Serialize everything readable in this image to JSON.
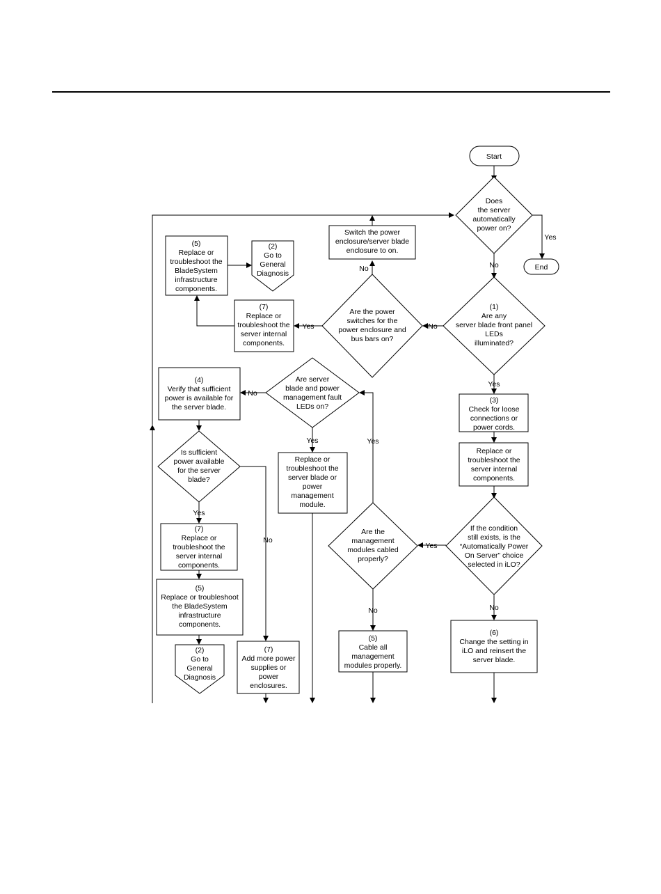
{
  "start": "Start",
  "end": "End",
  "yes": "Yes",
  "no": "No",
  "d_power_on": [
    "Does",
    "the server",
    "automatically",
    "power on?"
  ],
  "d_leds": [
    "(1)",
    "Are any",
    "server blade front panel",
    "LEDs",
    "illuminated?"
  ],
  "b_switch_on": [
    "Switch the power",
    "enclosure/server blade",
    "enclosure to on."
  ],
  "d_switches": [
    "Are the power",
    "switches for the",
    "power enclosure and",
    "bus bars on?"
  ],
  "b_replace_infra_top": [
    "(5)",
    "Replace or",
    "troubleshoot the",
    "BladeSystem",
    "infrastructure",
    "components."
  ],
  "go_diag_top": [
    "(2)",
    "Go to",
    "General",
    "Diagnosis"
  ],
  "b_replace_internal_top": [
    "(7)",
    "Replace or",
    "troubleshoot the",
    "server internal",
    "components."
  ],
  "b_check_loose": [
    "(3)",
    "Check for loose",
    "connections or",
    "power cords."
  ],
  "b_replace_internal_right": [
    "Replace or",
    "troubleshoot the",
    "server internal",
    "components."
  ],
  "d_fault_leds": [
    "Are server",
    "blade and power",
    "management fault",
    "LEDs on?"
  ],
  "b_verify_power": [
    "(4)",
    "Verify that sufficient",
    "power is available for",
    "the server blade."
  ],
  "d_sufficient": [
    "Is sufficient",
    "power available",
    "for the server",
    "blade?"
  ],
  "b_replace_blade_module": [
    "Replace or",
    "troubleshoot the",
    "server blade or",
    "power",
    "management",
    "module."
  ],
  "b_replace_internal_bottom": [
    "(7)",
    "Replace or",
    "troubleshoot the",
    "server internal",
    "components."
  ],
  "b_replace_infra_bottom": [
    "(5)",
    "Replace or troubleshoot",
    "the BladeSystem",
    "infrastructure",
    "components."
  ],
  "go_diag_bottom": [
    "(2)",
    "Go to",
    "General",
    "Diagnosis"
  ],
  "b_add_power": [
    "(7)",
    "Add more power",
    "supplies or",
    "power",
    "enclosures."
  ],
  "d_mgmt_cabled": [
    "Are the",
    "management",
    "modules cabled",
    "properly?"
  ],
  "d_condition": [
    "If the condition",
    "still exists, is the",
    "“Automatically Power",
    "On Server” choice",
    "selected in iLO?"
  ],
  "b_cable_mgmt": [
    "(5)",
    "Cable all",
    "management",
    "modules properly."
  ],
  "b_change_setting": [
    "(6)",
    "Change the setting in",
    "iLO and reinsert the",
    "server blade."
  ]
}
